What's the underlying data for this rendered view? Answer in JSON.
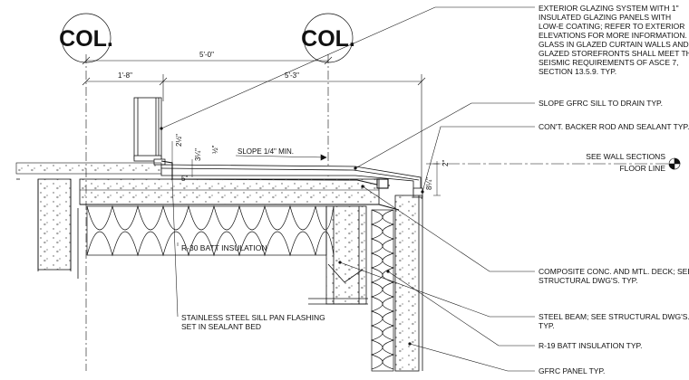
{
  "column_labels": [
    "COL.",
    "COL."
  ],
  "dimensions": {
    "overall_width": "5'-0\"",
    "left_offset": "1'-8\"",
    "right_span": "5'-3\"",
    "sill_height_a": "2½\"",
    "sill_height_b": "3¼\"",
    "sill_width": "½\"",
    "sill_pan_depth": "5\"",
    "edge_offset": "2\"",
    "edge_height": "8¼\""
  },
  "slope_label": "SLOPE 1/4\" MIN.",
  "callouts": {
    "glazing": [
      "EXTERIOR GLAZING SYSTEM WITH 1\"",
      "INSULATED GLAZING PANELS WITH",
      "LOW-E COATING; REFER TO EXTERIOR",
      "ELEVATIONS FOR MORE INFORMATION.",
      "GLASS IN GLAZED CURTAIN WALLS AND",
      "GLAZED STOREFRONTS SHALL MEET THE",
      "SEISMIC REQUIREMENTS OF ASCE 7,",
      "SECTION 13.5.9. TYP."
    ],
    "gfrc_sill": "SLOPE GFRC SILL TO DRAIN TYP.",
    "backer_rod": "CON'T. BACKER ROD AND SEALANT TYP.",
    "wall_sections": "SEE WALL SECTIONS",
    "floor_line": "FLOOR LINE",
    "batt_r30": "R-30 BATT INSULATION",
    "composite_deck": [
      "COMPOSITE CONC. AND MTL. DECK; SEE",
      "STRUCTURAL DWG'S. TYP."
    ],
    "steel_beam": [
      "STEEL BEAM; SEE STRUCTURAL DWG'S.",
      "TYP."
    ],
    "sill_pan": [
      "STAINLESS STEEL SILL PAN FLASHING",
      "SET IN SEALANT BED"
    ],
    "batt_r19": "R-19 BATT INSULATION TYP.",
    "gfrc_panel": "GFRC PANEL TYP."
  }
}
